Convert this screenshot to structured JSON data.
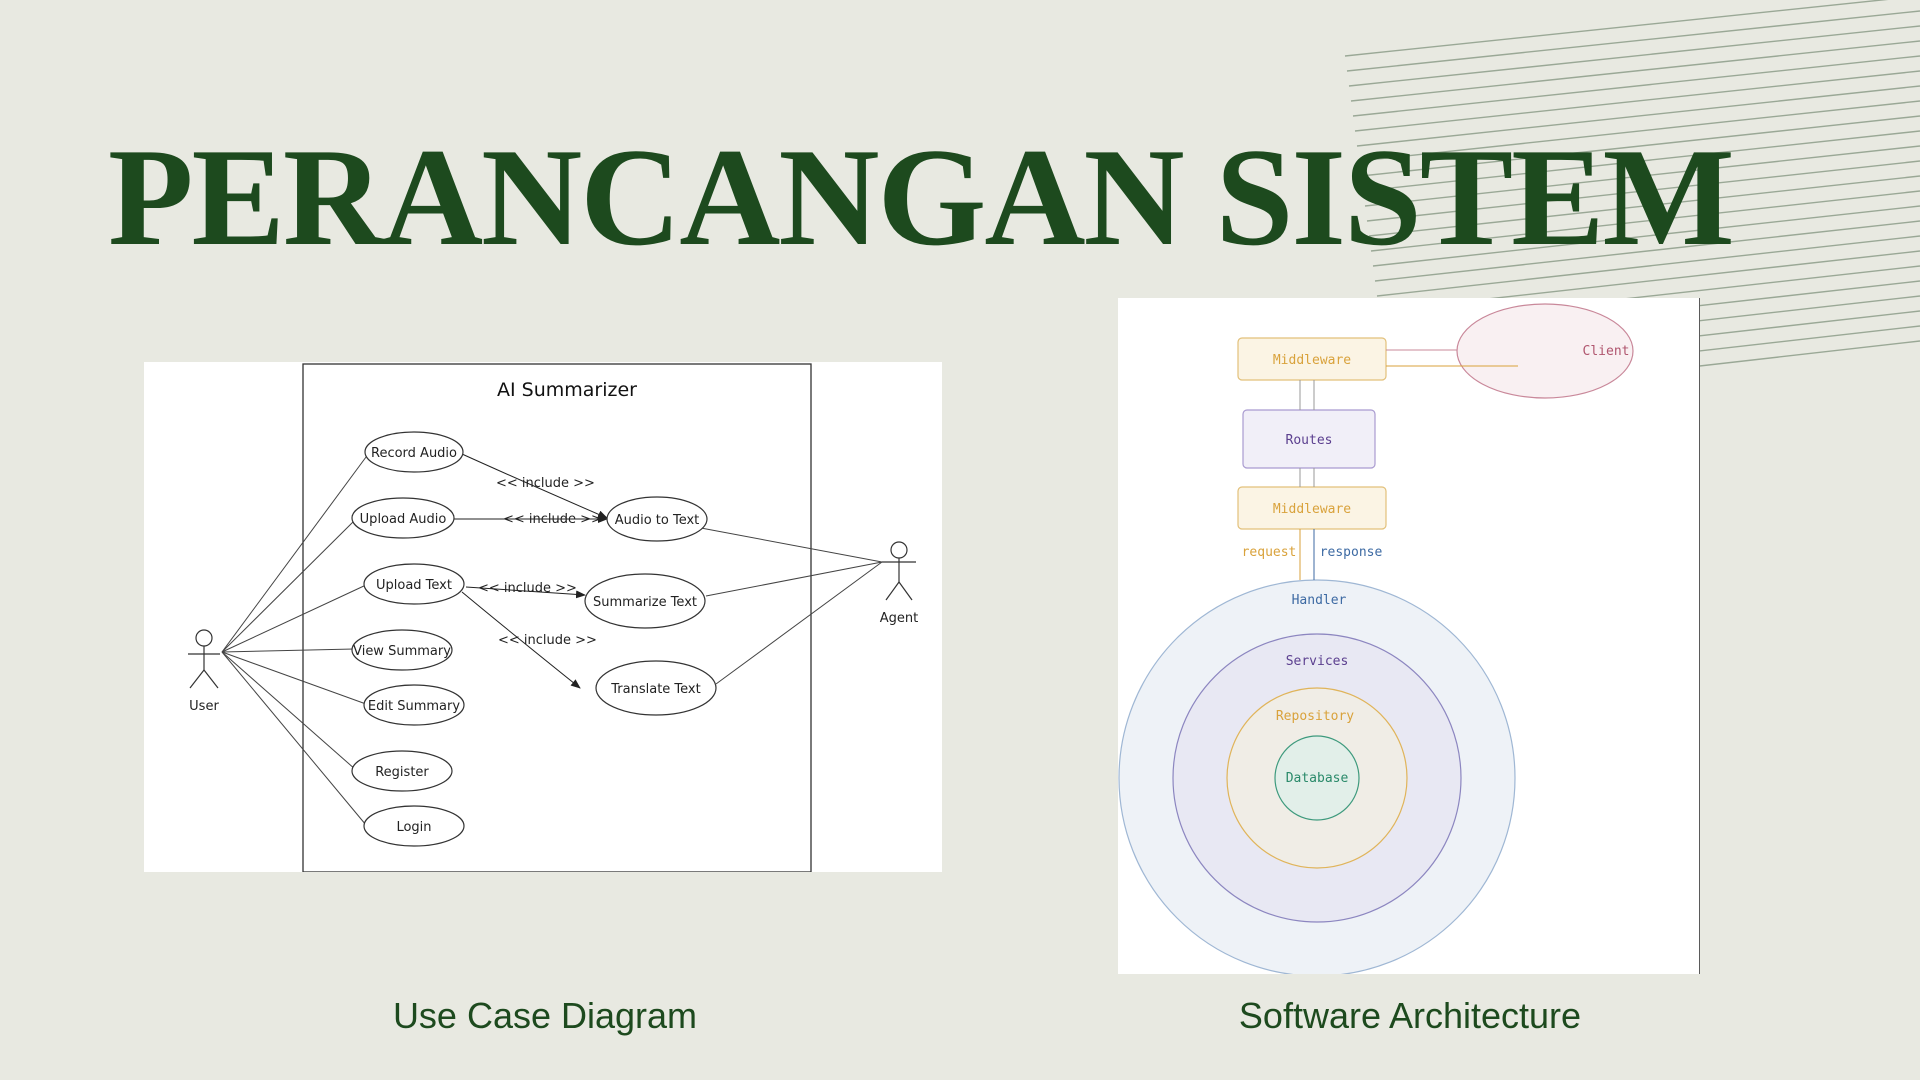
{
  "slide": {
    "title": "PERANCANGAN SISTEM",
    "title_color": "#1d4a1e",
    "background": "#e8e9e1"
  },
  "use_case_diagram": {
    "caption": "Use Case Diagram",
    "system_name": "AI Summarizer",
    "actors": {
      "user": "User",
      "agent": "Agent"
    },
    "use_cases": {
      "record_audio": "Record Audio",
      "upload_audio": "Upload Audio",
      "upload_text": "Upload Text",
      "view_summary": "View Summary",
      "edit_summary": "Edit Summary",
      "register": "Register",
      "login": "Login",
      "audio_to_text": "Audio to Text",
      "summarize_text": "Summarize Text",
      "translate_text": "Translate Text"
    },
    "relations": {
      "include_1": "<< include >>",
      "include_2": "<< include >>",
      "include_3": "<< include >>",
      "include_4": "<< include >>"
    }
  },
  "software_architecture": {
    "caption": "Software Architecture",
    "client": "Client",
    "middleware_top": "Middleware",
    "routes": "Routes",
    "middleware_bottom": "Middleware",
    "request": "request",
    "response": "response",
    "layers": {
      "handler": "Handler",
      "services": "Services",
      "repository": "Repository",
      "database": "Database"
    },
    "colors": {
      "middleware": "#d9a23b",
      "routes": "#5b3f8f",
      "client": "#b0556e",
      "handler": "#3d6aa3",
      "services": "#5b3f8f",
      "repository": "#d9a23b",
      "database": "#2a8a6a",
      "response": "#3d6aa3"
    }
  }
}
